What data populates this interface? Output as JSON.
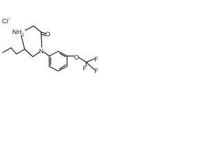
{
  "diagram": {
    "type": "chemical-structure",
    "name": "",
    "atom_labels": {
      "counter_ion": "Cl",
      "counter_ion_charge": "−",
      "ammonium": "NH",
      "ammonium_h2_subscript": "2",
      "ammonium_charge": "+",
      "carbonyl_oxygen": "O",
      "amide_nitrogen": "N",
      "ether_oxygen": "O",
      "fluorine_1": "F",
      "fluorine_2": "F",
      "fluorine_3": "F"
    },
    "colors": {
      "bond": "#1a1a1a",
      "text": "#1a1a1a",
      "background": "#ffffff"
    }
  }
}
